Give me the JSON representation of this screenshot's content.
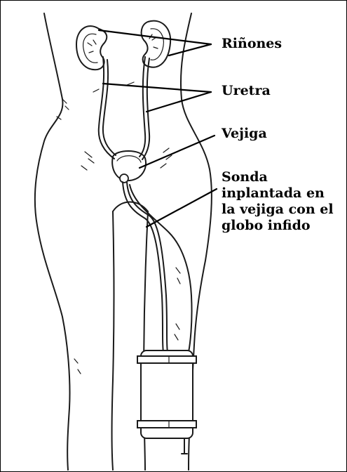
{
  "labels": {
    "kidneys": "Riñones",
    "ureter": "Uretra",
    "bladder": "Vejiga",
    "catheter": [
      "Sonda",
      "inplantada en",
      "la vejiga con el",
      "globo infido"
    ]
  },
  "colors": {
    "ink": "#1a1a1a",
    "background": "#ffffff",
    "border": "#000000"
  }
}
